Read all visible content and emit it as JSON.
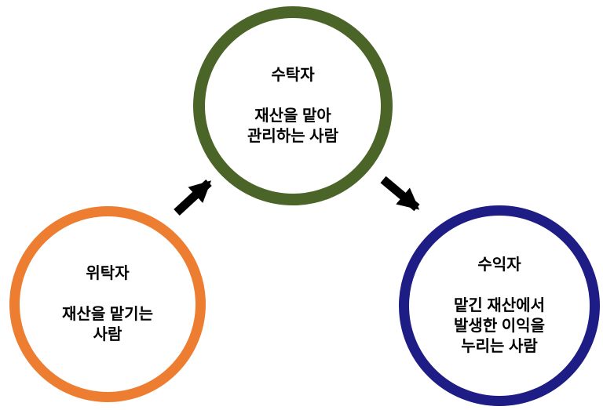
{
  "diagram": {
    "background": "#ffffff",
    "text_color": "#000000",
    "arrow_color": "#000000",
    "nodes": [
      {
        "id": "trustee",
        "title": "수탁자",
        "lines": [
          "재산을 맡아",
          "관리하는 사람"
        ],
        "ring_color": "#4a6527"
      },
      {
        "id": "truster",
        "title": "위탁자",
        "lines": [
          "재산을 맡기는",
          "사람"
        ],
        "ring_color": "#ed7d31"
      },
      {
        "id": "beneficiary",
        "title": "수익자",
        "lines": [
          "맡긴 재산에서",
          "발생한 이익을",
          "누리는 사람"
        ],
        "ring_color": "#1e1c85"
      }
    ],
    "arrows": [
      {
        "from": "truster",
        "to": "trustee",
        "color": "#000000"
      },
      {
        "from": "trustee",
        "to": "beneficiary",
        "color": "#000000"
      }
    ]
  }
}
